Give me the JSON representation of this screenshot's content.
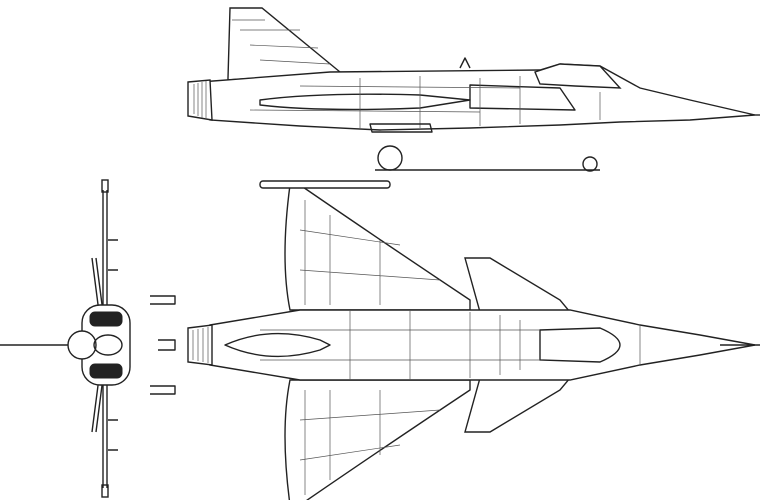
{
  "colors": {
    "line": "#222222",
    "background": "#ffffff",
    "detail": "#555555"
  },
  "views": [
    "side-view",
    "top-view",
    "front-view"
  ]
}
